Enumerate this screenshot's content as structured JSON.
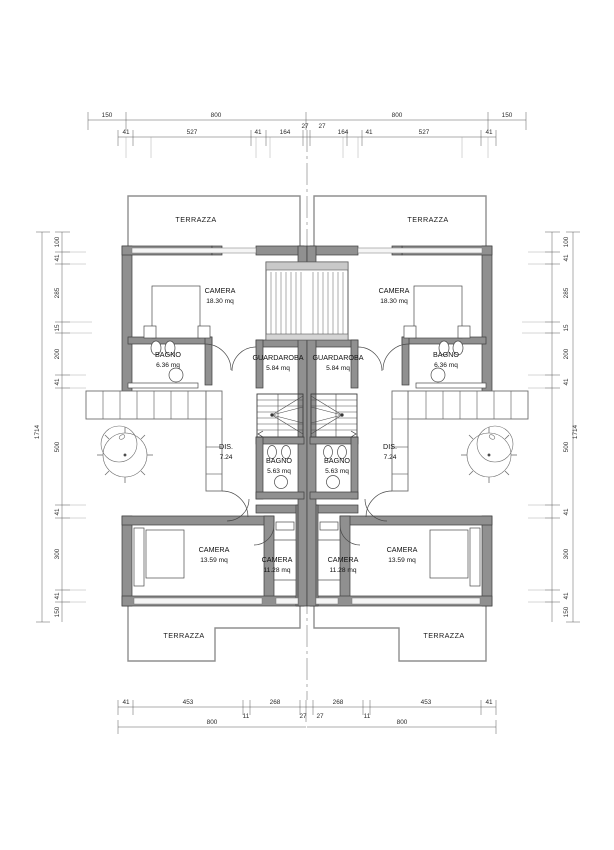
{
  "drawing": {
    "type": "architectural-floor-plan",
    "style": "duplex-semi-detached-first-floor",
    "units": "cm",
    "area_unit": "mq",
    "overall_height": "1714",
    "mirror_axis": "vertical-centerline"
  },
  "dimensions": {
    "top_outer": [
      "150",
      "800",
      "800",
      "150"
    ],
    "top_inner_left": [
      "41",
      "527",
      "41",
      "164",
      "27"
    ],
    "top_inner_right": [
      "27",
      "164",
      "41",
      "527",
      "41"
    ],
    "bottom_inner_left": [
      "41",
      "453",
      "11",
      "268",
      "27"
    ],
    "bottom_inner_right": [
      "27",
      "268",
      "11",
      "453",
      "41"
    ],
    "bottom_outer": [
      "800",
      "800"
    ],
    "left_chain": [
      "100",
      "41",
      "285",
      "15",
      "200",
      "41",
      "500",
      "41",
      "300",
      "41",
      "150"
    ],
    "right_chain": [
      "100",
      "41",
      "285",
      "15",
      "200",
      "41",
      "500",
      "41",
      "300",
      "41",
      "150"
    ],
    "left_total": "1714",
    "right_total": "1714"
  },
  "rooms": {
    "terrazza_top_left": {
      "name": "TERRAZZA",
      "area": ""
    },
    "terrazza_top_right": {
      "name": "TERRAZZA",
      "area": ""
    },
    "terrazza_bottom_left": {
      "name": "TERRAZZA",
      "area": ""
    },
    "terrazza_bottom_right": {
      "name": "TERRAZZA",
      "area": ""
    },
    "camera_top_left": {
      "name": "CAMERA",
      "area": "18.30 mq"
    },
    "camera_top_right": {
      "name": "CAMERA",
      "area": "18.30 mq"
    },
    "bagno_top_left": {
      "name": "BAGNO",
      "area": "6.36 mq"
    },
    "bagno_top_right": {
      "name": "BAGNO",
      "area": "6.36 mq"
    },
    "guardaroba_left": {
      "name": "GUARDAROBA",
      "area": "5.84 mq"
    },
    "guardaroba_right": {
      "name": "GUARDAROBA",
      "area": "5.84 mq"
    },
    "bagno_mid_left": {
      "name": "BAGNO",
      "area": "5.63 mq"
    },
    "bagno_mid_right": {
      "name": "BAGNO",
      "area": "5.63 mq"
    },
    "dis_left": {
      "name": "DIS.",
      "area": "7.24"
    },
    "dis_right": {
      "name": "DIS.",
      "area": "7.24"
    },
    "camera_low_left": {
      "name": "CAMERA",
      "area": "13.59 mq"
    },
    "camera_low_right": {
      "name": "CAMERA",
      "area": "13.59 mq"
    },
    "camera_inner_left": {
      "name": "CAMERA",
      "area": "11.28 mq"
    },
    "camera_inner_right": {
      "name": "CAMERA",
      "area": "11.28 mq"
    }
  },
  "symbols": {
    "stairs": "winder-staircase",
    "balcony_railing": "railing-slats",
    "tree": "tree-plan-symbol",
    "wc": "toilet-fixture",
    "bidet": "bidet-fixture",
    "sink": "round-sink",
    "door_swing": "door-arc",
    "window": "window-opening",
    "centerline": "axis-dash-dot"
  },
  "colors": {
    "wall_fill": "#8c8c8c",
    "wall_dark": "#4d4d4d",
    "thin_line": "#6e6e6e",
    "paper": "#ffffff",
    "text": "#1a1a1a"
  }
}
